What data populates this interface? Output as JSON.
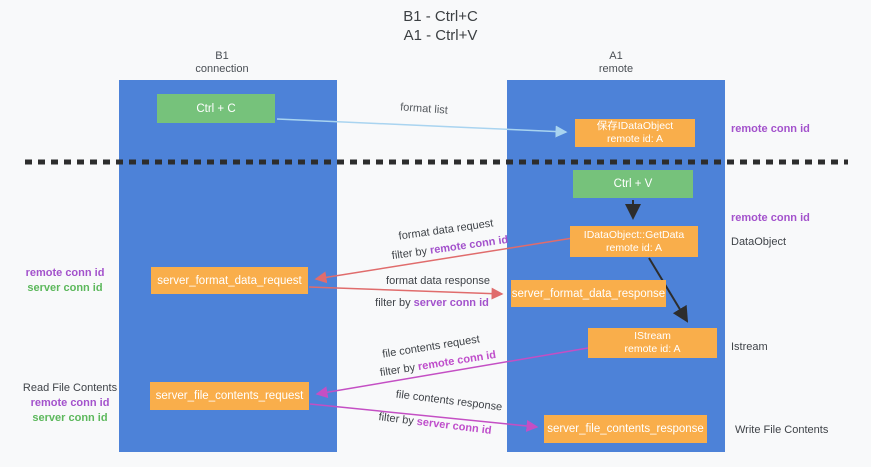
{
  "title": {
    "line1": "B1 - Ctrl+C",
    "line2": "A1 - Ctrl+V"
  },
  "columns": {
    "left": {
      "name": "B1",
      "role": "connection"
    },
    "right": {
      "name": "A1",
      "role": "remote"
    }
  },
  "nodes": {
    "ctrl_c": "Ctrl + C",
    "ctrl_v": "Ctrl + V",
    "save_dataobject": {
      "title": "保存IDataObject",
      "subtitle": "remote id: A"
    },
    "getdata": {
      "title": "IDataObject::GetData",
      "subtitle": "remote id: A"
    },
    "istream": {
      "title": "IStream",
      "subtitle": "remote id: A"
    },
    "server_format_data_request": "server_format_data_request",
    "server_format_data_response": "server_format_data_response",
    "server_file_contents_request": "server_file_contents_request",
    "server_file_contents_response": "server_file_contents_response"
  },
  "edges": {
    "format_list": "format list",
    "format_data_request": "format data request",
    "format_data_response": "format data response",
    "file_contents_request": "file contents request",
    "file_contents_response": "file contents response",
    "filter_prefix": "filter by ",
    "remote_conn_id": "remote conn id",
    "server_conn_id": "server conn id"
  },
  "side_labels": {
    "left_remote_conn_id": "remote conn id",
    "left_server_conn_id": "server conn id",
    "read_file_contents": "Read File Contents",
    "left2_remote_conn_id": "remote conn id",
    "left2_server_conn_id": "server conn id",
    "right_remote_conn_id_1": "remote conn id",
    "right_remote_conn_id_2": "remote conn id",
    "dataobject": "DataObject",
    "istream": "Istream",
    "write_file_contents": "Write File Contents"
  },
  "colors": {
    "lifeline_blue": "#4d82d8",
    "node_green": "#76c27b",
    "node_orange": "#f9ae4b",
    "arrow_blue": "#a9d4f0",
    "arrow_red": "#e06c6c",
    "arrow_magenta": "#c44fc4",
    "label_purple": "#a352cc",
    "label_magenta": "#bf4ecb",
    "label_green": "#5cb85c",
    "separator_black": "#2d2d2d",
    "background": "#f8f9fa"
  }
}
